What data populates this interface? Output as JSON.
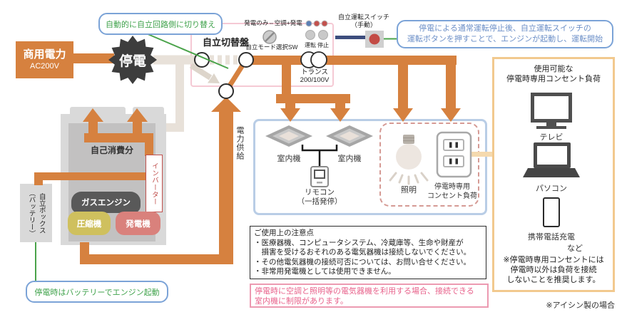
{
  "colors": {
    "flow_orange": "#d6813f",
    "dead_line_beige": "#e8e1d9",
    "panel_pink_border": "#f5c9d4",
    "callout_blue_border": "#7ba3d7",
    "callout_green_text": "#3fa24b",
    "callout_blue_text": "#6d90c8",
    "green_line": "#4aa34a",
    "navy_line": "#3d4d7d",
    "burst_dark": "#3d3d3d",
    "unit_gray": "#d9d9d9",
    "inner_gray": "#c2c1c1",
    "engine_gray": "#595959",
    "compressor_yellow": "#cfc05e",
    "generator_salmon": "#d9817c",
    "inverter_red": "#c0504d",
    "indoor_box_border": "#b9cde6",
    "dashed_box_border": "#d59a94",
    "right_panel_border": "#f2c98e",
    "restriction_pink": "#e8638c"
  },
  "power_source": {
    "name": "商用電力",
    "voltage": "AC200V"
  },
  "outage": {
    "label": "停電"
  },
  "callouts": {
    "auto_switch": "自動的に自立回路側に切り替え",
    "engine_start_line1": "停電による通常運転停止後、自立運転スイッチの",
    "engine_start_line2": "運転ボタンを押すことで、エンジンが起動し、運転開始",
    "battery_start": "停電時はバッテリーでエンジン起動"
  },
  "switch_panel": {
    "title": "自立切替盤",
    "mode_label": "発電のみ⇔空調+発電",
    "mode_sw_label": "自立モード選択SW",
    "run": "運転",
    "stop": "停止",
    "transformer_line1": "トランス",
    "transformer_line2": "200/100V"
  },
  "manual_switch": {
    "label": "自立運転スイッチ",
    "sub": "（手動）"
  },
  "ghp": {
    "self_consumption": "自己消費分",
    "inverter": "インバーター",
    "gas_engine": "ガスエンジン",
    "compressor": "圧縮機",
    "generator": "発電機",
    "battery_box": "自立ボックス\n（バッテリー）",
    "power_supply": "電力供給"
  },
  "loads": {
    "indoor_unit1": "室内機",
    "indoor_unit2": "室内機",
    "remote_line1": "リモコン",
    "remote_line2": "（一括発停）",
    "lighting": "照明",
    "outlet_line1": "停電時専用",
    "outlet_line2": "コンセント負荷"
  },
  "right_panel": {
    "title_line1": "使用可能な",
    "title_line2": "停電時専用コンセント負荷",
    "tv": "テレビ",
    "pc": "パソコン",
    "phone": "携帯電話充電",
    "etc": "など",
    "note_line1": "※停電時専用コンセントには",
    "note_line2": "停電時以外は負荷を接続",
    "note_line3": "しないことを推奨します。"
  },
  "usage_notes": {
    "title": "ご使用上の注意点",
    "lines": [
      "・医療器機、コンピュータシステム、冷蔵庫等、生命や財産が",
      "　損害を受けるおそれのある電気器機は接続しないでください。",
      "・その他電気器機の接続可否については、お問い合せください。",
      "・非常用発電機としては使用できません。"
    ]
  },
  "restriction_note": {
    "line1": "停電時に空調と照明等の電気器機を利用する場合、接続できる",
    "line2": "室内機に制限があります。"
  },
  "footer": {
    "aisin": "※アイシン製の場合"
  }
}
